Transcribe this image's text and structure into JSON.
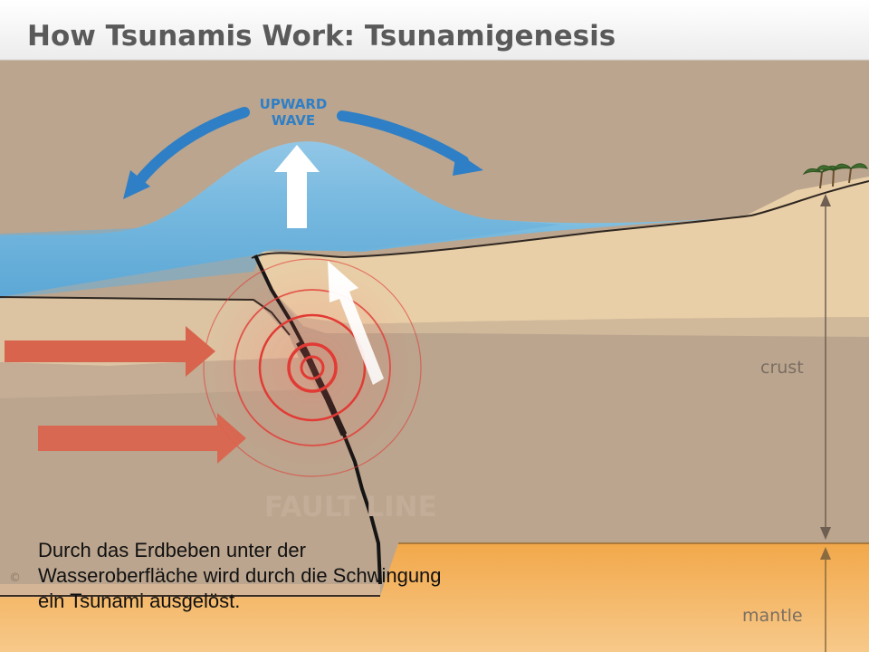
{
  "diagram": {
    "title": "How Tsunamis Work: Tsunamigenesis",
    "wave_label": [
      "UPWARD",
      "WAVE"
    ],
    "crust_label": "crust",
    "mantle_label": "mantle",
    "fault_label": "FAULT LINE",
    "copyright_symbol": "©",
    "colors": {
      "water": "#72b6dc",
      "water_light": "#bfe0f2",
      "sand": "#e6cda8",
      "crust": "#bba58e",
      "mantle": "#f0a94f",
      "wave_arrow": "#2e7fc6",
      "push_arrow": "#d9644e",
      "seismic_rings": "#e23a34"
    }
  },
  "caption": {
    "lines": [
      "Durch das Erdbeben unter der",
      "Wasseroberfläche wird durch die Schwingung",
      "ein Tsunami ausgelöst."
    ]
  }
}
